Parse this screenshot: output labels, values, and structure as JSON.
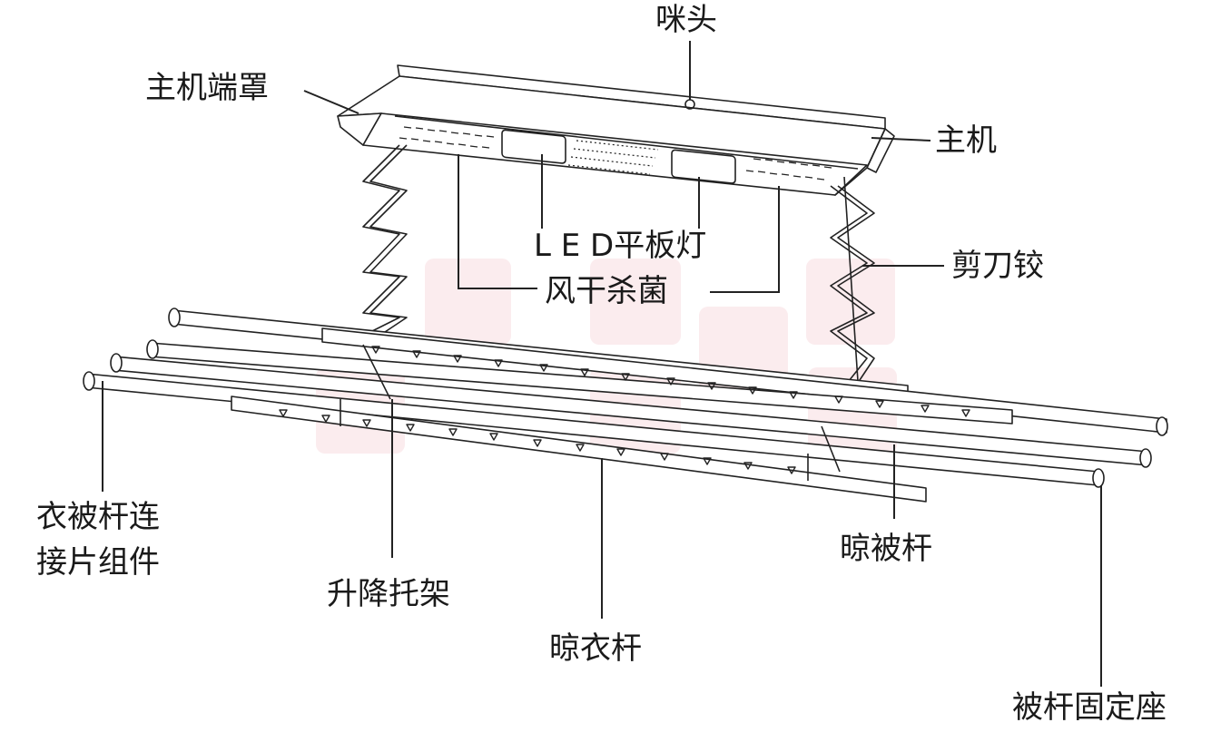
{
  "labels": {
    "mic": "咪头",
    "host_cover": "主机端罩",
    "host": "主机",
    "led": "L E D平板灯",
    "dry_sterilize": "风干杀菌",
    "scissor_hinge": "剪刀铰",
    "connector_line1": "衣被杆连",
    "connector_line2": "接片组件",
    "lift_bracket": "升降托架",
    "clothes_pole": "晾衣杆",
    "quilt_pole": "晾被杆",
    "quilt_pole_mount": "被杆固定座"
  }
}
